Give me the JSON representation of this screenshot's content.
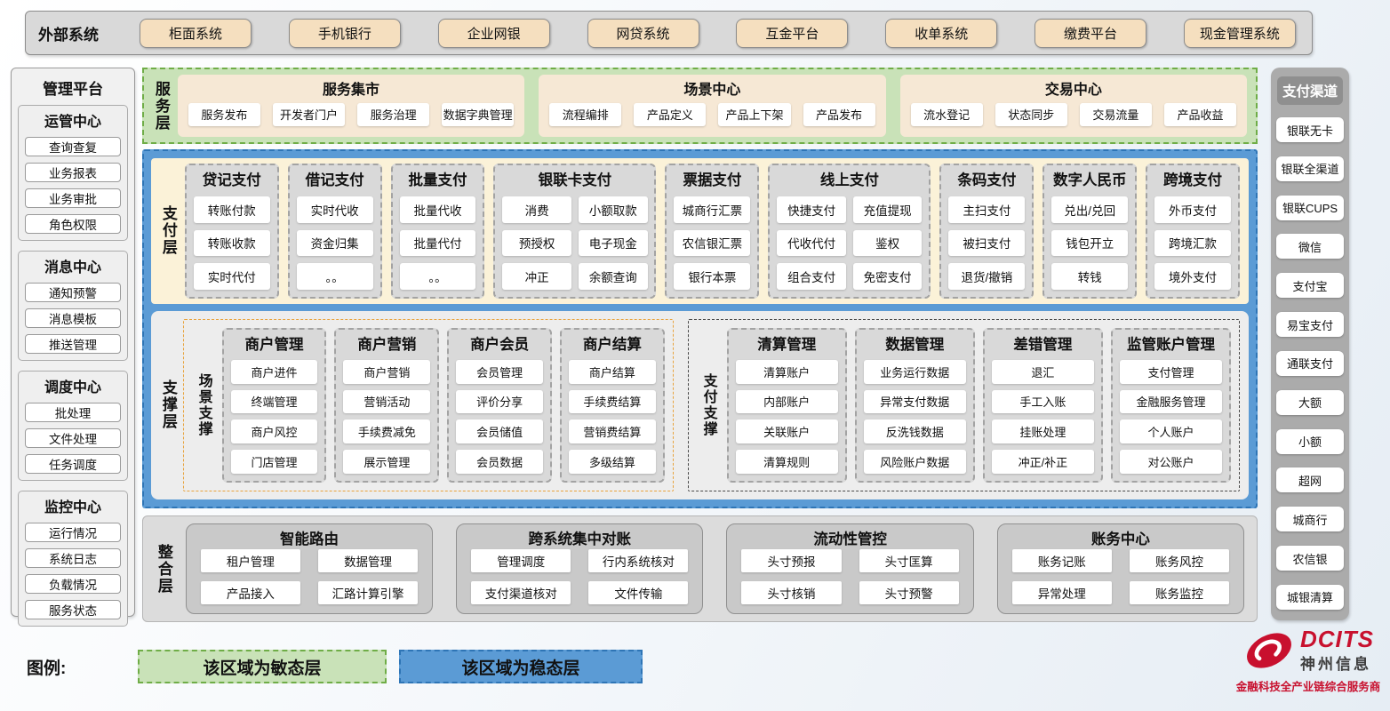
{
  "colors": {
    "agile-fill": "#C9E2B8",
    "agile-border": "#6FAD47",
    "stable-fill": "#5B9BD5",
    "stable-border": "#2E75B6",
    "scene-border": "#E8A33D",
    "brand-red": "#C8102E"
  },
  "external_systems": {
    "label": "外部系统",
    "items": [
      "柜面系统",
      "手机银行",
      "企业网银",
      "网贷系统",
      "互金平台",
      "收单系统",
      "缴费平台",
      "现金管理系统"
    ]
  },
  "management_platform": {
    "title": "管理平台",
    "groups": [
      {
        "title": "运管中心",
        "items": [
          "查询查复",
          "业务报表",
          "业务审批",
          "角色权限"
        ]
      },
      {
        "title": "消息中心",
        "items": [
          "通知预警",
          "消息模板",
          "推送管理"
        ]
      },
      {
        "title": "调度中心",
        "items": [
          "批处理",
          "文件处理",
          "任务调度"
        ]
      },
      {
        "title": "监控中心",
        "items": [
          "运行情况",
          "系统日志",
          "负载情况",
          "服务状态"
        ]
      }
    ]
  },
  "service_layer": {
    "label": "服务层",
    "panels": [
      {
        "title": "服务集市",
        "items": [
          "服务发布",
          "开发者门户",
          "服务治理",
          "数据字典管理"
        ]
      },
      {
        "title": "场景中心",
        "items": [
          "流程编排",
          "产品定义",
          "产品上下架",
          "产品发布"
        ]
      },
      {
        "title": "交易中心",
        "items": [
          "流水登记",
          "状态同步",
          "交易流量",
          "产品收益"
        ]
      }
    ]
  },
  "payment_layer": {
    "label": "支付层",
    "columns": [
      {
        "title": "贷记支付",
        "rows": [
          [
            "转账付款"
          ],
          [
            "转账收款"
          ],
          [
            "实时代付"
          ]
        ]
      },
      {
        "title": "借记支付",
        "rows": [
          [
            "实时代收"
          ],
          [
            "资金归集"
          ],
          [
            "。。"
          ]
        ]
      },
      {
        "title": "批量支付",
        "rows": [
          [
            "批量代收"
          ],
          [
            "批量代付"
          ],
          [
            "。。"
          ]
        ]
      },
      {
        "title": "银联卡支付",
        "rows": [
          [
            "消费",
            "小额取款"
          ],
          [
            "预授权",
            "电子现金"
          ],
          [
            "冲正",
            "余额查询"
          ]
        ]
      },
      {
        "title": "票据支付",
        "rows": [
          [
            "城商行汇票"
          ],
          [
            "农信银汇票"
          ],
          [
            "银行本票"
          ]
        ]
      },
      {
        "title": "线上支付",
        "rows": [
          [
            "快捷支付",
            "充值提现"
          ],
          [
            "代收代付",
            "鉴权"
          ],
          [
            "组合支付",
            "免密支付"
          ]
        ]
      },
      {
        "title": "条码支付",
        "rows": [
          [
            "主扫支付"
          ],
          [
            "被扫支付"
          ],
          [
            "退货/撤销"
          ]
        ]
      },
      {
        "title": "数字人民币",
        "rows": [
          [
            "兑出/兑回"
          ],
          [
            "钱包开立"
          ],
          [
            "转钱"
          ]
        ]
      },
      {
        "title": "跨境支付",
        "rows": [
          [
            "外币支付"
          ],
          [
            "跨境汇款"
          ],
          [
            "境外支付"
          ]
        ]
      }
    ]
  },
  "support_layer": {
    "label": "支撑层",
    "sections": [
      {
        "label": "场景支撑",
        "columns": [
          {
            "title": "商户管理",
            "items": [
              "商户进件",
              "终端管理",
              "商户风控",
              "门店管理"
            ]
          },
          {
            "title": "商户营销",
            "items": [
              "商户营销",
              "营销活动",
              "手续费减免",
              "展示管理"
            ]
          },
          {
            "title": "商户会员",
            "items": [
              "会员管理",
              "评价分享",
              "会员储值",
              "会员数据"
            ]
          },
          {
            "title": "商户结算",
            "items": [
              "商户结算",
              "手续费结算",
              "营销费结算",
              "多级结算"
            ]
          }
        ]
      },
      {
        "label": "支付支撑",
        "columns": [
          {
            "title": "清算管理",
            "items": [
              "清算账户",
              "内部账户",
              "关联账户",
              "清算规则"
            ]
          },
          {
            "title": "数据管理",
            "items": [
              "业务运行数据",
              "异常支付数据",
              "反洗钱数据",
              "风险账户数据"
            ]
          },
          {
            "title": "差错管理",
            "items": [
              "退汇",
              "手工入账",
              "挂账处理",
              "冲正/补正"
            ]
          },
          {
            "title": "监管账户管理",
            "items": [
              "支付管理",
              "金融服务管理",
              "个人账户",
              "对公账户"
            ]
          }
        ]
      }
    ]
  },
  "integration_layer": {
    "label": "整合层",
    "panels": [
      {
        "title": "智能路由",
        "items": [
          "租户管理",
          "数据管理",
          "产品接入",
          "汇路计算引擎"
        ]
      },
      {
        "title": "跨系统集中对账",
        "items": [
          "管理调度",
          "行内系统核对",
          "支付渠道核对",
          "文件传输"
        ]
      },
      {
        "title": "流动性管控",
        "items": [
          "头寸预报",
          "头寸匡算",
          "头寸核销",
          "头寸预警"
        ]
      },
      {
        "title": "账务中心",
        "items": [
          "账务记账",
          "账务风控",
          "异常处理",
          "账务监控"
        ]
      }
    ]
  },
  "payment_channels": {
    "title": "支付渠道",
    "items": [
      "银联无卡",
      "银联全渠道",
      "银联CUPS",
      "微信",
      "支付宝",
      "易宝支付",
      "通联支付",
      "大额",
      "小额",
      "超网",
      "城商行",
      "农信银",
      "城银清算"
    ]
  },
  "legend": {
    "label": "图例:",
    "agile": "该区域为敏态层",
    "stable": "该区域为稳态层"
  },
  "logo": {
    "brand": "DCITS",
    "name": "神州信息",
    "tagline": "金融科技全产业链综合服务商"
  }
}
